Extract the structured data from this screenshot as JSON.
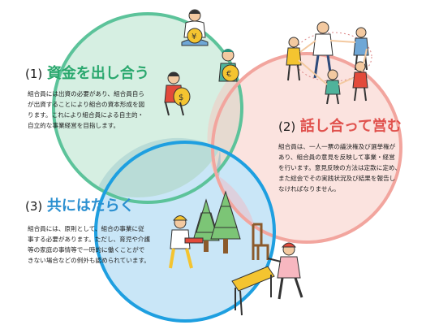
{
  "sections": [
    {
      "number": "(1)",
      "title": "資金を出し合う",
      "body": [
        "組合員には出資の必要があり、組合員自ら",
        "が出資することにより組合の資本形成を図",
        "ります。これにより組合員による自主的・",
        "自立的な事業経営を目指します。"
      ]
    },
    {
      "number": "(2)",
      "title": "話し合って営む",
      "body": [
        "組合員は、一人一票の議決権及び選挙権が",
        "あり、組合員の意見を反映して事業・経営",
        "を行います。意見反映の方法は定款に定め、",
        "また総会でその実践状況及び結果を報告し",
        "なければなりません。"
      ]
    },
    {
      "number": "(3)",
      "title": "共にはたらく",
      "body": [
        "組合員には、原則として、組合の事業に従",
        "事する必要があります。ただし、育児や介護",
        "等の家庭の事情等で一時的に働くことがで",
        "きない場合などの例外も認められています。"
      ]
    }
  ],
  "colors": {
    "green_ring": "#5cc39a",
    "green_fill": "#d6efe2",
    "red_ring": "#f2a59e",
    "red_fill": "#fbe3df",
    "blue_ring": "#1e9fe0",
    "blue_fill": "#c9e6f7",
    "overlap": "#b7c7cc",
    "title_green": "#2aa86e",
    "title_red": "#e0514d",
    "title_blue": "#2a8fd0"
  }
}
